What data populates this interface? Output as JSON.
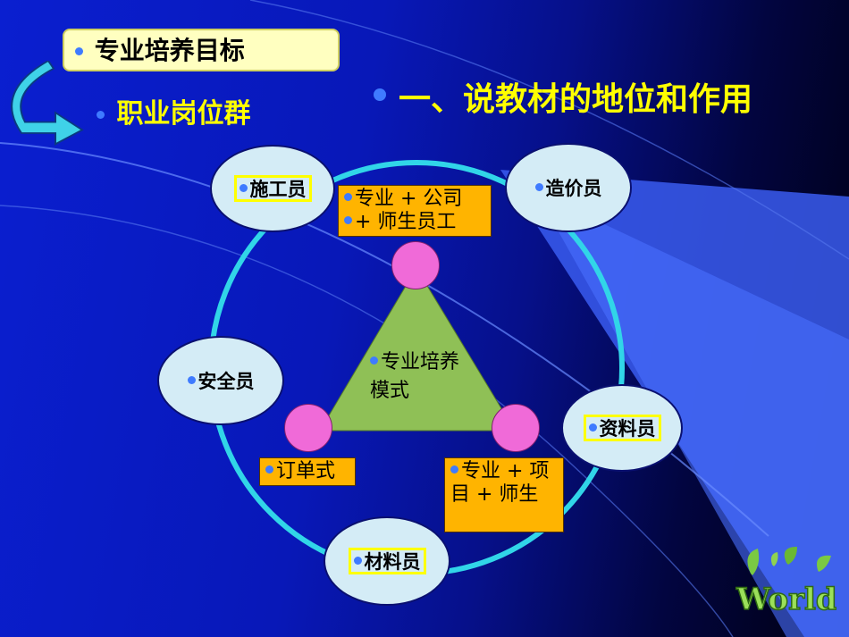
{
  "colors": {
    "accent_yellow": "#ffff00",
    "orange_box": "#ffb400",
    "ellipse_fill": "#d4ecf6",
    "ring": "#31d5e8",
    "triangle": "#8fc056",
    "node_pink": "#f06ad8"
  },
  "header": {
    "goal_label": "专业培养目标",
    "group_label": "职业岗位群",
    "title": "一、说教材的地位和作用"
  },
  "roles": {
    "construction": "施工员",
    "cost": "造价员",
    "safety": "安全员",
    "documents": "资料员",
    "materials": "材料员"
  },
  "modes": {
    "top_line1": "专业 + 公司",
    "top_line2": "+ 师生员工",
    "left": "订单式",
    "right": "专业 + 项目 + 师生",
    "center": "专业培养模式"
  },
  "icons": {
    "curved_arrow": "curved-arrow-icon",
    "logo": "world-logo"
  },
  "logo_text": "World"
}
